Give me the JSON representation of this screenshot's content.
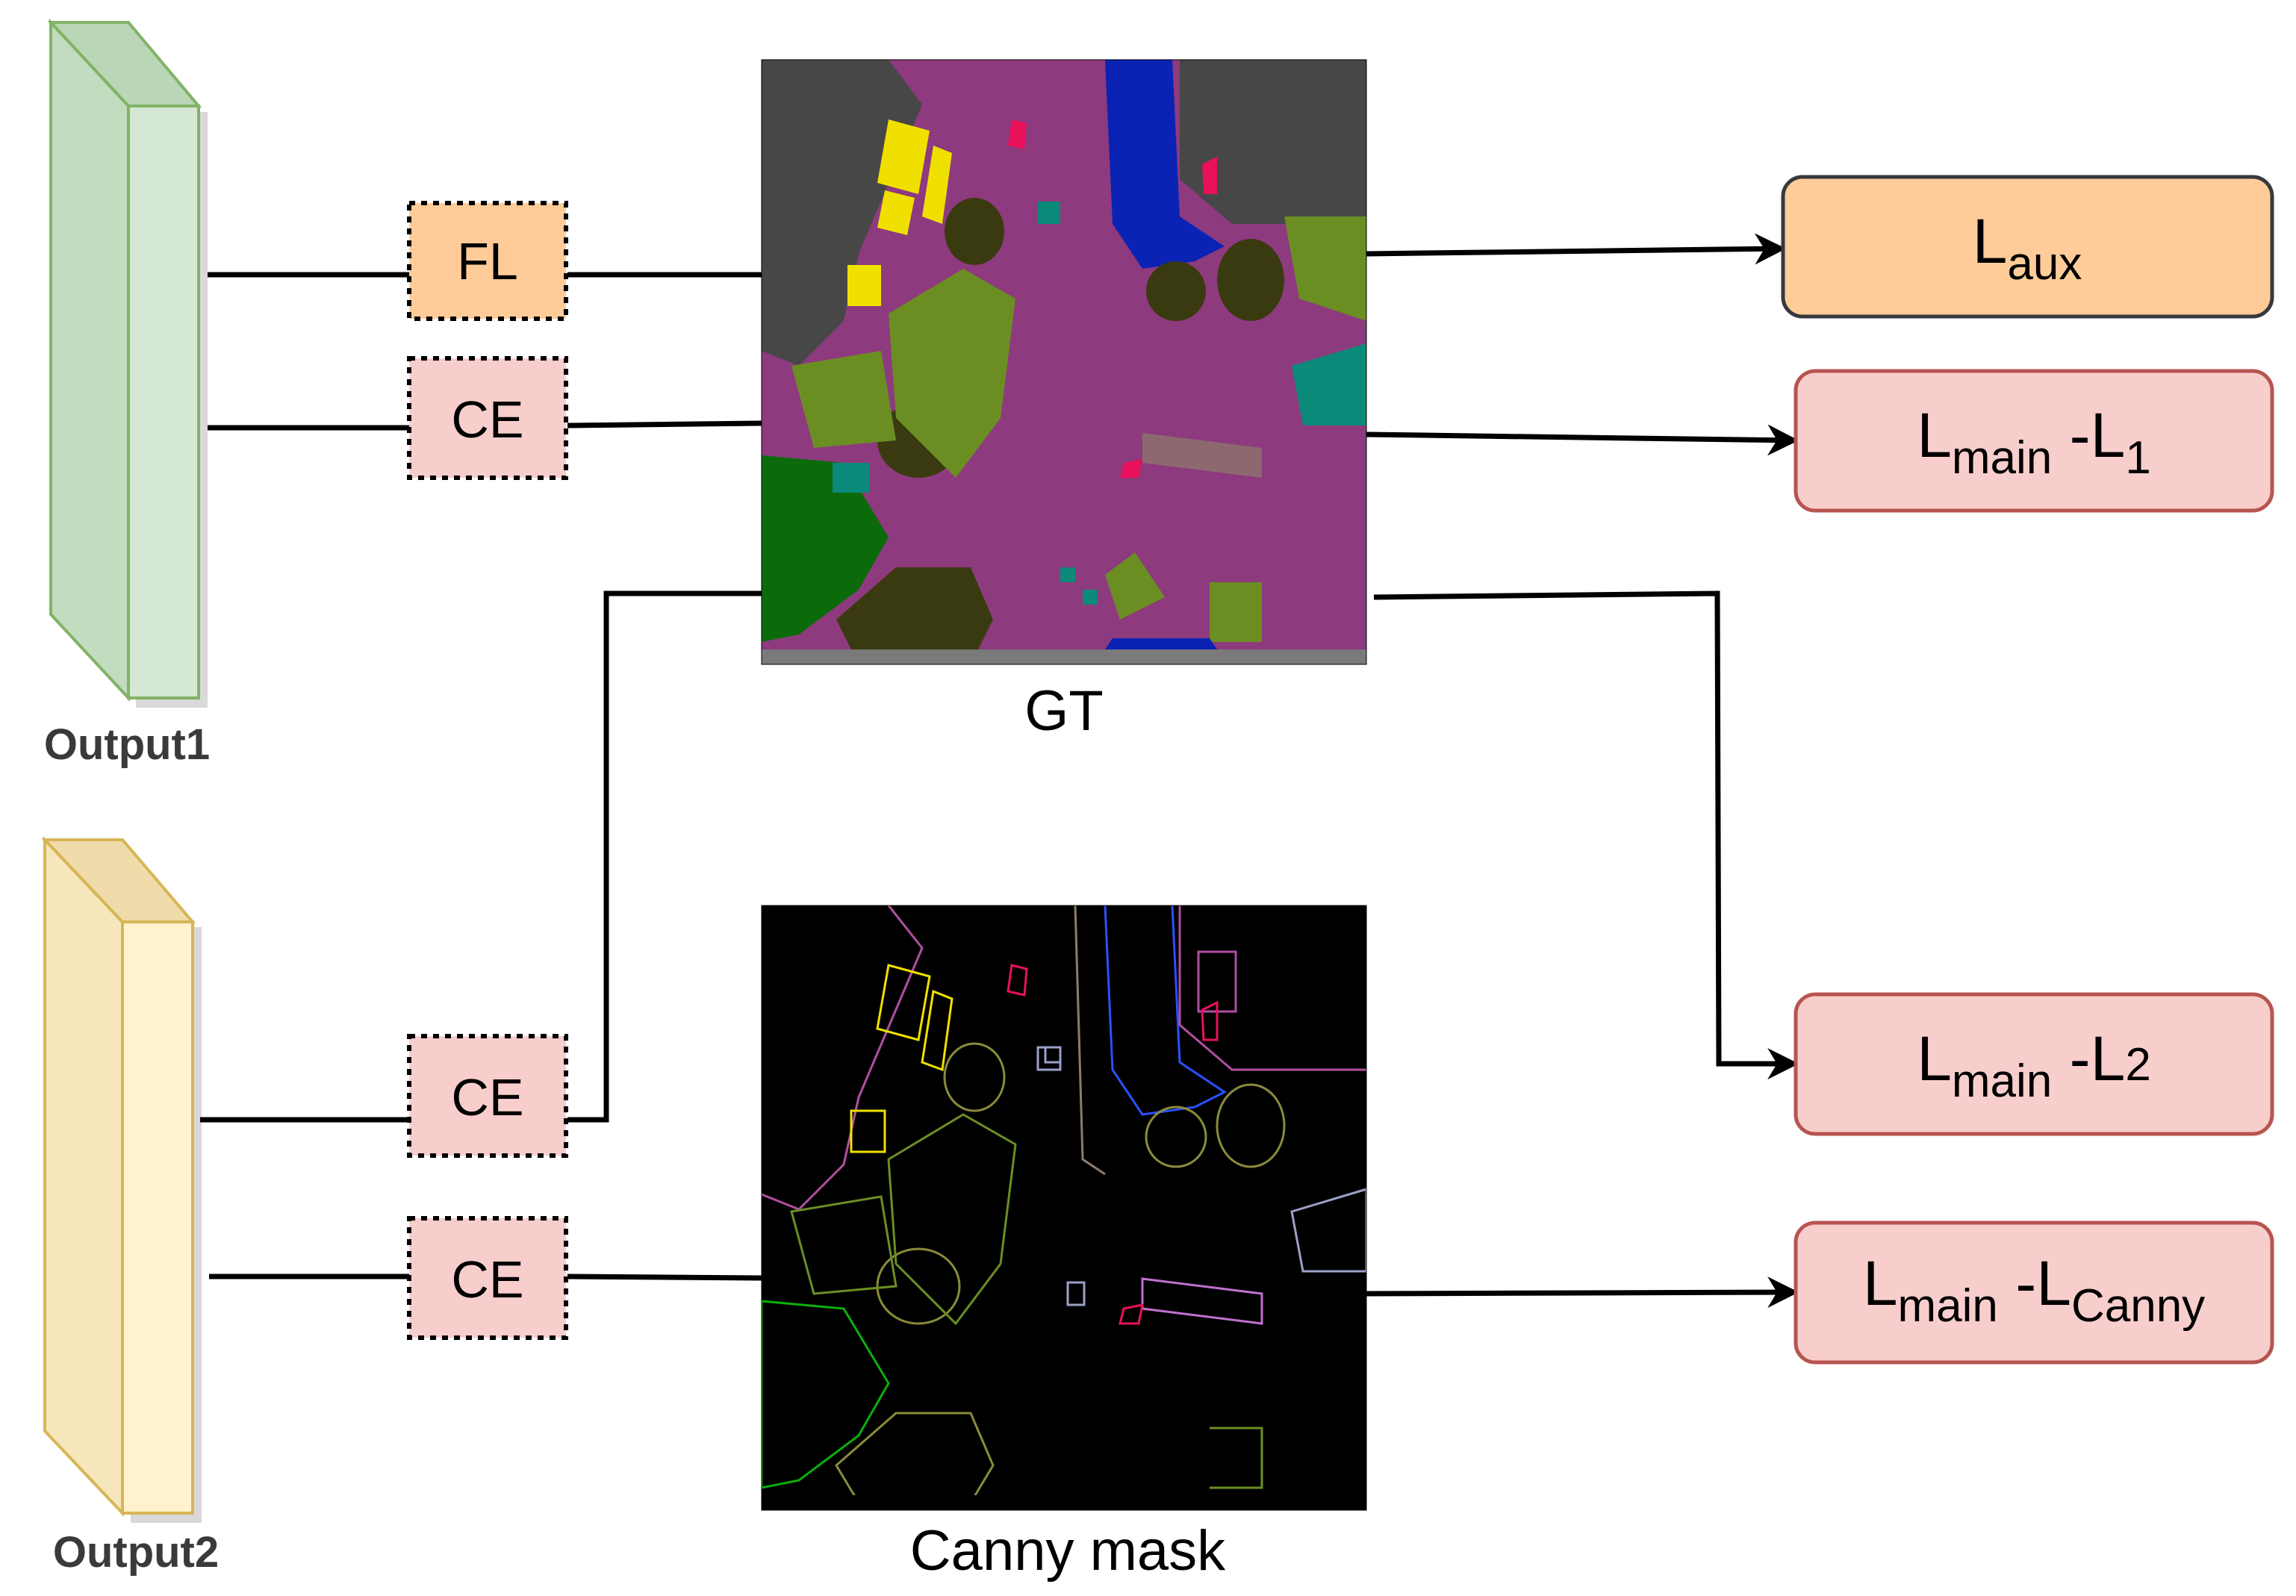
{
  "outputs": [
    {
      "id": "output1",
      "label": "Output1",
      "fill": "#d5e8d4",
      "stroke": "#82b366"
    },
    {
      "id": "output2",
      "label": "Output2",
      "fill": "#fff2cc",
      "stroke": "#d6b656"
    }
  ],
  "loss_functions": [
    {
      "id": "fl",
      "label": "FL",
      "fill": "#ffcc99"
    },
    {
      "id": "ce1",
      "label": "CE",
      "fill": "#f8cecc"
    },
    {
      "id": "ce2",
      "label": "CE",
      "fill": "#f8cecc"
    },
    {
      "id": "ce3",
      "label": "CE",
      "fill": "#f8cecc"
    }
  ],
  "images": {
    "gt": {
      "caption": "GT"
    },
    "canny": {
      "caption": "Canny mask"
    }
  },
  "loss_outputs": [
    {
      "id": "laux",
      "base": "L",
      "sub": "aux",
      "fill": "#ffcc99",
      "stroke": "#36393d"
    },
    {
      "id": "lmain-l1",
      "base": "L",
      "sub": "main",
      "mid": " -L",
      "sub2": "1",
      "fill": "#f8cecc",
      "stroke": "#b85450"
    },
    {
      "id": "lmain-l2",
      "base": "L",
      "sub": "main",
      "mid": " -L",
      "sub2": "2",
      "fill": "#f8cecc",
      "stroke": "#b85450"
    },
    {
      "id": "lmain-lcanny",
      "base": "L",
      "sub": "main",
      "mid": " -L",
      "sub2": "Canny",
      "fill": "#f8cecc",
      "stroke": "#b85450"
    }
  ]
}
